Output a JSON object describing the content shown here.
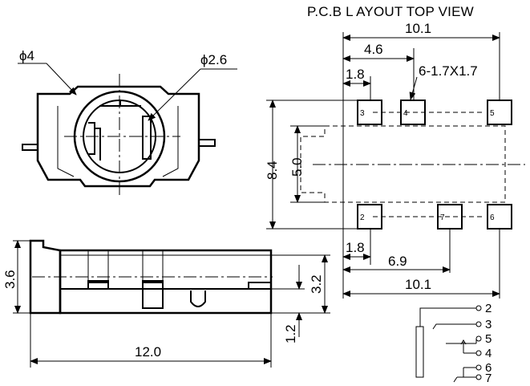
{
  "title": "P.C.B L AYOUT TOP VIEW",
  "top_view": {
    "outer_diameter": "ϕ4",
    "inner_diameter": "ϕ2.6"
  },
  "side_view": {
    "height": "3.6",
    "height_2": "3.2",
    "offset": "1.2",
    "length": "12.0"
  },
  "pcb_layout": {
    "width_top": "10.1",
    "offset_pad4": "4.6",
    "pad_size": "6-1.7X1.7",
    "offset_pad3": "1.8",
    "height_outer": "8.4",
    "height_inner": "5.0",
    "offset_pad2": "1.8",
    "offset_pad7": "6.9",
    "width_bottom": "10.1",
    "pads": [
      "3",
      "4",
      "5",
      "2",
      "7",
      "6"
    ]
  },
  "schematic": {
    "pins": [
      "2",
      "3",
      "5",
      "4",
      "6",
      "7"
    ]
  }
}
